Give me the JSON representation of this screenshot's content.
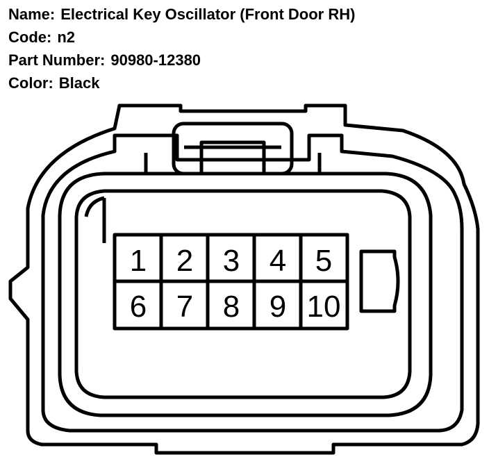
{
  "connector": {
    "name_label": "Name:",
    "name": "Electrical Key Oscillator (Front Door RH)",
    "code_label": "Code:",
    "code": "n2",
    "part_label": "Part Number:",
    "part_number": "90980-12380",
    "color_label": "Color:",
    "color": "Black"
  },
  "pins": {
    "top_row": [
      "1",
      "2",
      "3",
      "4",
      "5"
    ],
    "bottom_row": [
      "6",
      "7",
      "8",
      "9",
      "10"
    ]
  },
  "colors": {
    "line": "#000000",
    "background": "#ffffff"
  }
}
